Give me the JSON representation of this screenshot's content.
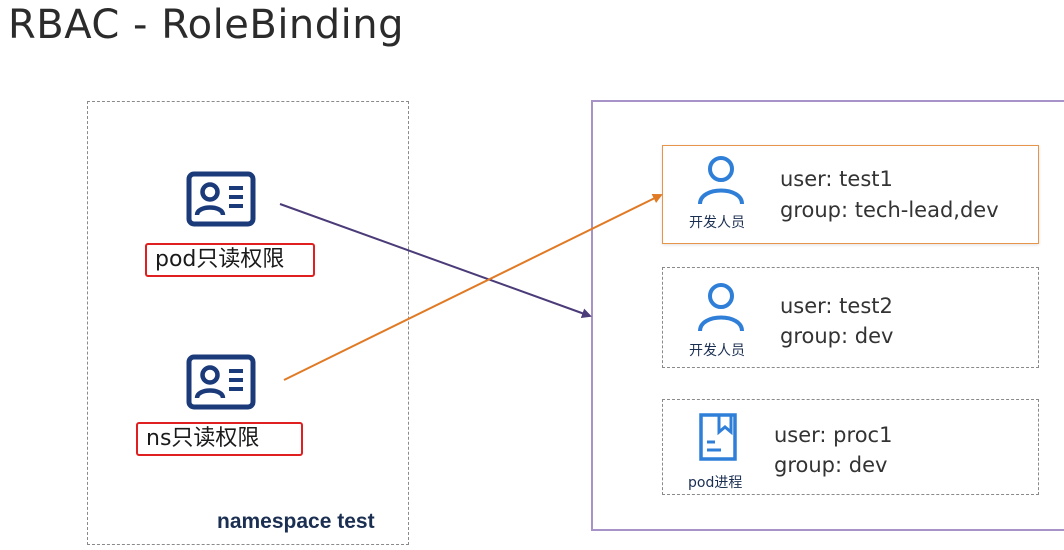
{
  "title": "RBAC - RoleBinding",
  "namespace": {
    "label": "namespace test"
  },
  "roles": [
    {
      "label": "pod只读权限",
      "icon": "id-card-icon"
    },
    {
      "label": "ns只读权限",
      "icon": "id-card-icon"
    }
  ],
  "subjects": [
    {
      "caption": "开发人员",
      "icon": "user-icon",
      "user": "user: test1",
      "group": "group: tech-lead,dev"
    },
    {
      "caption": "开发人员",
      "icon": "user-icon",
      "user": "user: test2",
      "group": "group: dev"
    },
    {
      "caption": "pod进程",
      "icon": "document-icon",
      "user": "user: proc1",
      "group": "group: dev"
    }
  ],
  "colors": {
    "icon_navy": "#1b3a7a",
    "icon_blue": "#2f7fd8",
    "arrow_purple": "#4b3b78",
    "arrow_orange": "#e07a25",
    "highlight_border": "#e6954a",
    "label_red": "#e02020",
    "subjects_border": "#a793c8"
  }
}
